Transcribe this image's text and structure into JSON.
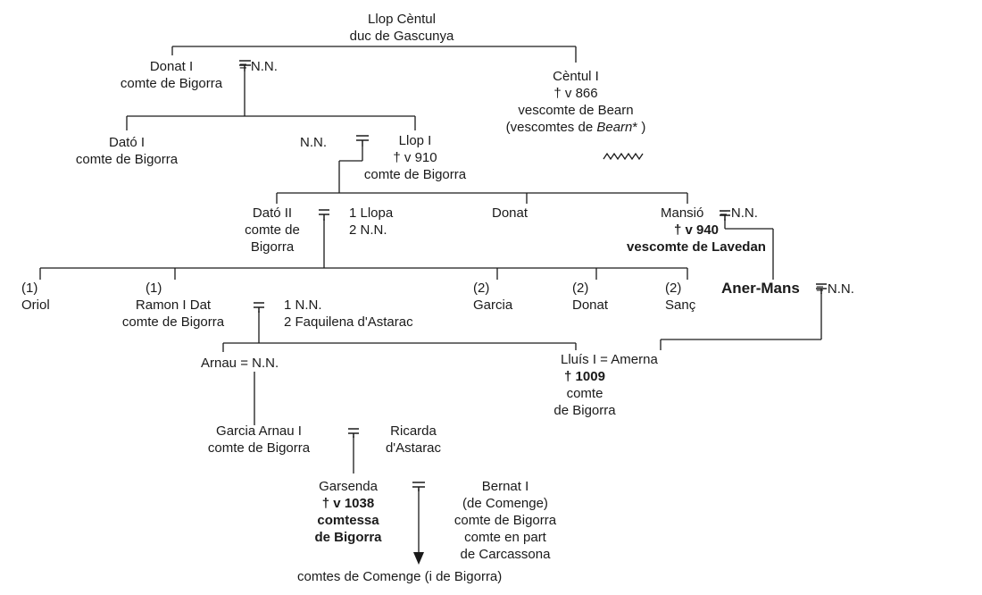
{
  "nodes": {
    "llop_centul": {
      "name": "Llop Cèntul",
      "title": "duc de Gascunya"
    },
    "donat_i": {
      "name": "Donat I",
      "title": "comte de Bigorra",
      "spouse": "= N.N."
    },
    "centul_i": {
      "name": "Cèntul I",
      "death": "† v 866",
      "title": "vescomte de Bearn",
      "note_pre": "(vescomtes de ",
      "note_em": "Bearn",
      "note_post": "* )"
    },
    "dato_i": {
      "name": "Dató I",
      "title": "comte de Bigorra"
    },
    "nn_llop": {
      "name": "N.N."
    },
    "llop_i": {
      "name": "Llop I",
      "death": "† v 910",
      "title": "comte de Bigorra"
    },
    "dato_ii": {
      "name": "Dató II",
      "title1": "comte de",
      "title2": "Bigorra",
      "spouse1": "1  Llopa",
      "spouse2": "2  N.N."
    },
    "donat": {
      "name": "Donat"
    },
    "mansio": {
      "name": "Mansió",
      "spouse": "= N.N.",
      "death": "† v 940",
      "title": "vescomte de Lavedan"
    },
    "oriol": {
      "mark": "(1)",
      "name": "Oriol"
    },
    "ramon_i_dat": {
      "mark": "(1)",
      "name": "Ramon I Dat",
      "title": "comte de Bigorra",
      "spouse1": "1  N.N.",
      "spouse2": "2  Faquilena d'Astarac"
    },
    "garcia": {
      "mark": "(2)",
      "name": "Garcia"
    },
    "donat2": {
      "mark": "(2)",
      "name": "Donat"
    },
    "sanc": {
      "mark": "(2)",
      "name": "Sanç"
    },
    "aner_mans": {
      "name": "Aner-Mans",
      "spouse": "= N.N."
    },
    "arnau": {
      "name": "Arnau = N.N."
    },
    "lluis_i": {
      "name": "Lluís I = Amerna",
      "death": "† 1009",
      "title1": "comte",
      "title2": "de Bigorra"
    },
    "garcia_arnau_i": {
      "name": "Garcia Arnau I",
      "title": "comte de Bigorra"
    },
    "ricarda": {
      "line1": "Ricarda",
      "line2": "d'Astarac"
    },
    "garsenda": {
      "name": "Garsenda",
      "death": "† v 1038",
      "title1": "comtessa",
      "title2": "de Bigorra"
    },
    "bernat_i": {
      "name": "Bernat I",
      "line2": "(de Comenge)",
      "line3": "comte de Bigorra",
      "line4": "comte en part",
      "line5": "de Carcassona"
    },
    "descendants": {
      "text": "comtes de Comenge  (i de Bigorra)"
    }
  },
  "colors": {
    "ink": "#1a1a1a",
    "background": "#ffffff"
  }
}
